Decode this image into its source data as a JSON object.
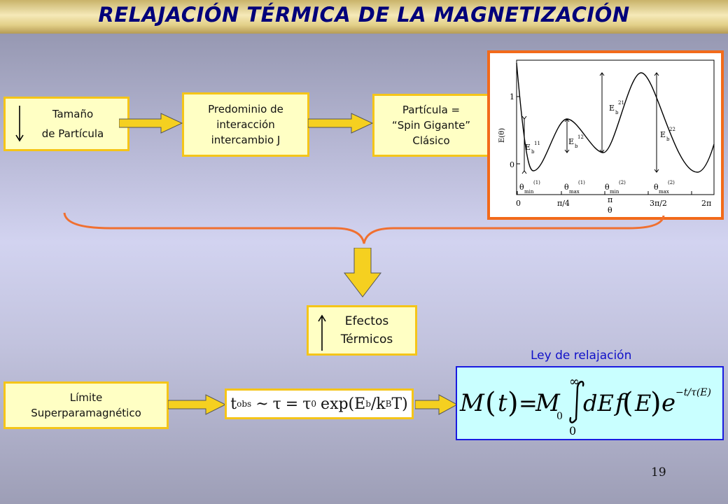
{
  "slide": {
    "title": "RELAJACIÓN TÉRMICA DE LA MAGNETIZACIÓN",
    "page_number": "19"
  },
  "boxes": {
    "tamano": {
      "lines": [
        "Tamaño",
        "de Partícula"
      ]
    },
    "predominio": {
      "lines": [
        "Predominio de",
        "interacción",
        "intercambio J"
      ]
    },
    "particula": {
      "lines": [
        "Partícula =",
        "“Spin Gigante”",
        "Clásico"
      ]
    },
    "efectos": {
      "lines": [
        "Efectos",
        "Térmicos"
      ]
    },
    "limite": {
      "lines": [
        "Límite",
        "Superparamagnético"
      ]
    }
  },
  "relation": {
    "lhs": "t",
    "lhs_sub": "obs",
    "op1": "~",
    "tau": "τ",
    "eq": "=",
    "tau0": "τ",
    "tau0_sub": "0",
    "exp_open": "exp(E",
    "exp_sub_b": "b",
    "slash_k": "/k",
    "sub_B": "B",
    "close": "T)"
  },
  "law": {
    "label": "Ley de relajación",
    "M": "M",
    "t": "t",
    "eq": "=",
    "M0": "M",
    "M0_sub": "0",
    "upper": "∞",
    "lower": "0",
    "dE": "dE",
    "f": "f",
    "E": "E",
    "e": "e",
    "exponent": "−t/τ(E)"
  },
  "chart_data": {
    "type": "line",
    "title": "",
    "ylabel": "E(θ)",
    "xlabel": "θ",
    "x_ticks": [
      "0",
      "π/4",
      "π",
      "3π/2",
      "2π"
    ],
    "y_ticks": [
      "0",
      "1"
    ],
    "annotations": {
      "eb11": {
        "E": "E",
        "b": "b",
        "sup": "11"
      },
      "eb12": {
        "E": "E",
        "b": "b",
        "sup": "12"
      },
      "eb21": {
        "E": "E",
        "b": "b",
        "sup": "21"
      },
      "eb22": {
        "E": "E",
        "b": "b",
        "sup": "22"
      },
      "tmin1": {
        "t": "θ",
        "sub": "min",
        "sup": "(1)"
      },
      "tmax1": {
        "t": "θ",
        "sub": "max",
        "sup": "(1)"
      },
      "tmin2": {
        "t": "θ",
        "sub": "min",
        "sup": "(2)"
      },
      "tmax2": {
        "t": "θ",
        "sub": "max",
        "sup": "(2)"
      }
    },
    "curve_color": "#000000"
  },
  "colors": {
    "title_text": "#00007a",
    "box_fill": "#ffffc4",
    "box_border": "#f5c518",
    "arrow_fill": "#f5d020",
    "brace": "#f07030",
    "plot_border": "#f26a1a",
    "formula_fill": "#c9ffff",
    "formula_border": "#1a1ae0"
  }
}
